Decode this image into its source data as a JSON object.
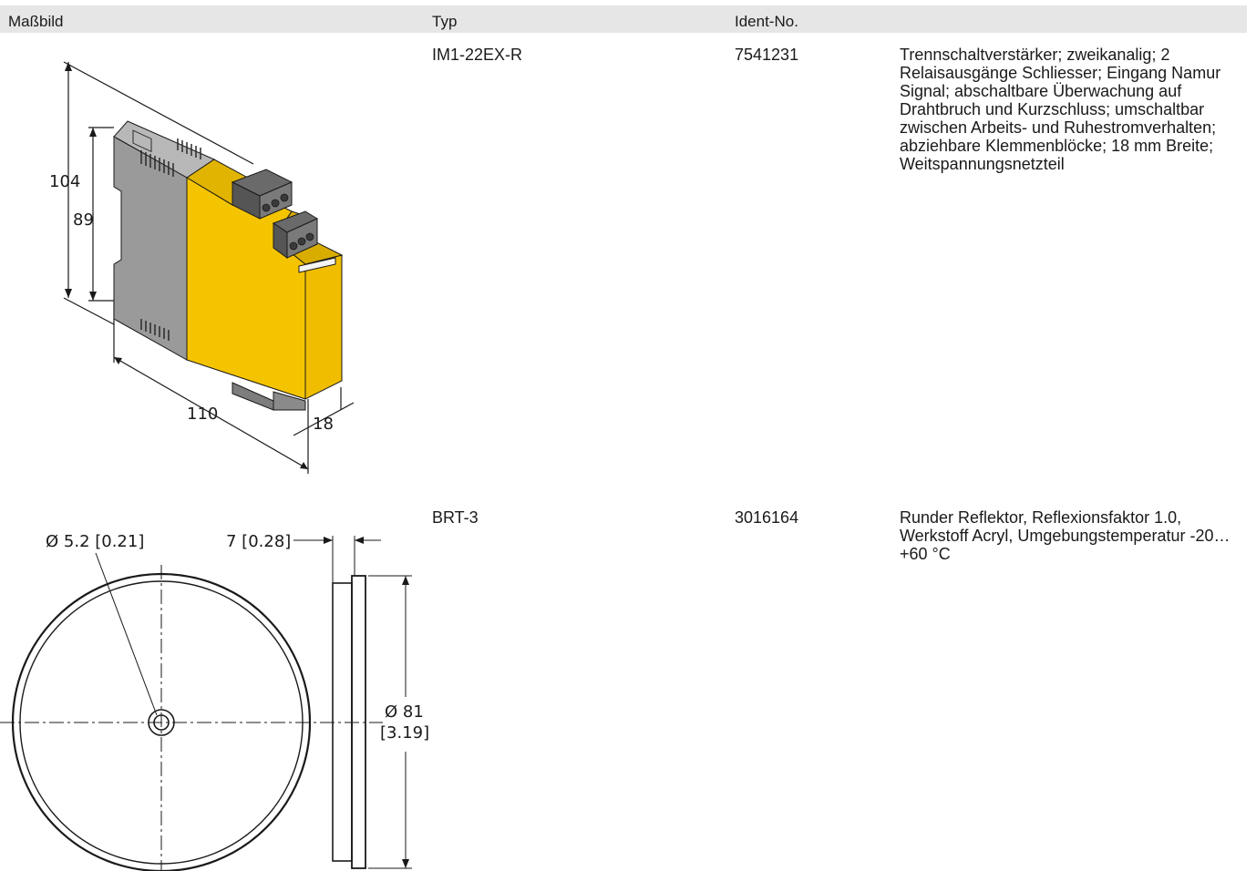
{
  "header": {
    "col_drawing": "Maßbild",
    "col_type": "Typ",
    "col_ident": "Ident-No."
  },
  "rows": [
    {
      "type": "IM1-22EX-R",
      "ident": "7541231",
      "description": "Trennschaltverstärker; zweikanalig; 2 Relaisausgänge Schliesser; Eingang Namur Signal; abschaltbare Überwachung auf Drahtbruch und Kurzschluss; umschaltbar zwischen Arbeits- und Ruhestromverhalten; abziehbare Klemmenblöcke; 18 mm Breite; Weitspannungsnetzteil",
      "dimensions": {
        "height_total": "104",
        "height_inner": "89",
        "depth": "110",
        "width": "18"
      }
    },
    {
      "type": "BRT-3",
      "ident": "3016164",
      "description": "Runder Reflektor, Reflexionsfaktor 1.0, Werkstoff Acryl, Umgebungstemperatur -20…+60 °C",
      "dimensions": {
        "hole": "Ø 5.2 [0.21]",
        "thickness": "7 [0.28]",
        "diameter": "Ø 81",
        "diameter_inch": "[3.19]"
      }
    }
  ],
  "colors": {
    "housing_yellow": "#f5c400",
    "housing_grey": "#9a9a9a",
    "header_bg": "#e6e6e6"
  }
}
